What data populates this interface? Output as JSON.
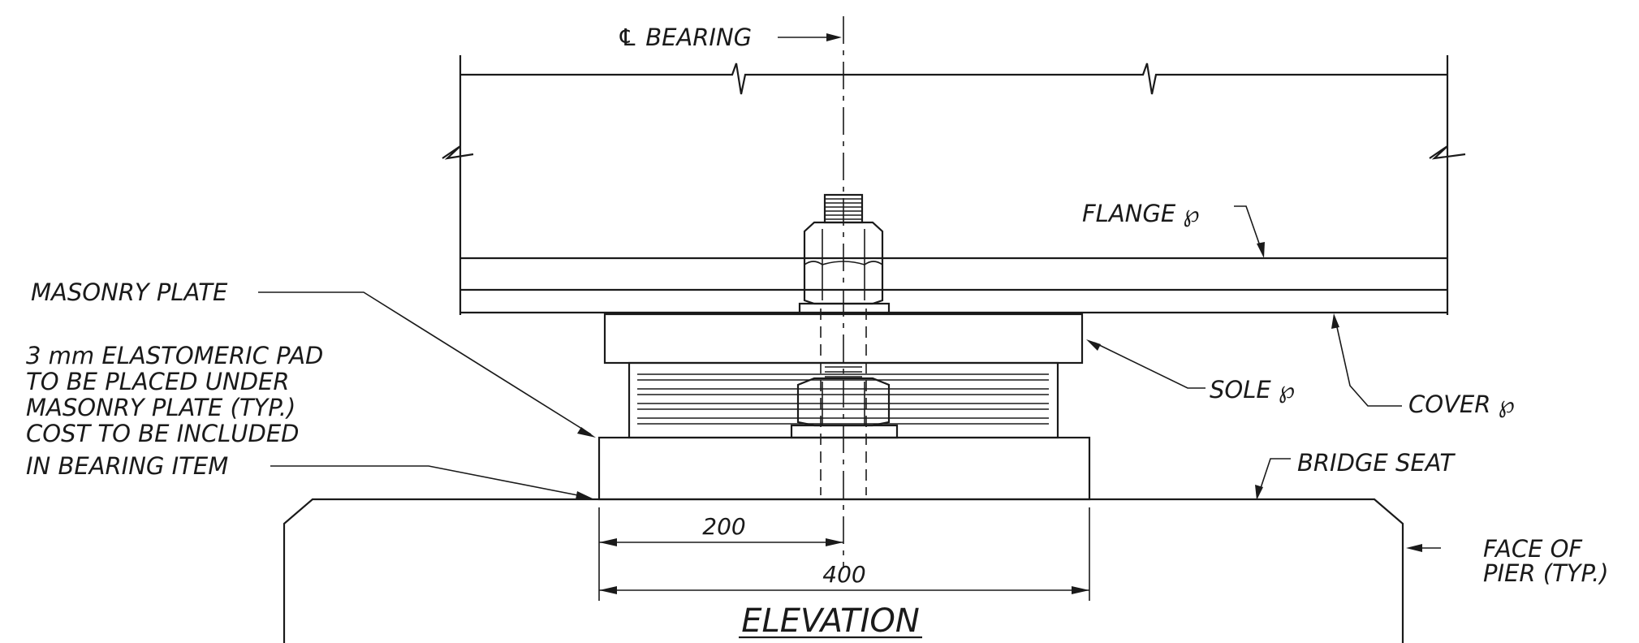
{
  "labels": {
    "cl_bearing": "℄ BEARING",
    "flange_pl": "FLANGE ℘",
    "masonry_plate": "MASONRY PLATE",
    "pad_note": [
      "3 mm ELASTOMERIC PAD",
      "TO BE PLACED UNDER",
      "MASONRY PLATE (TYP.)",
      "COST TO BE INCLUDED",
      "IN BEARING ITEM"
    ],
    "sole_pl": "SOLE ℘",
    "cover_pl": "COVER ℘",
    "bridge_seat": "BRIDGE SEAT",
    "face_of_pier": [
      "FACE OF",
      "PIER (TYP.)"
    ]
  },
  "dimensions": {
    "half_width": "200",
    "full_width": "400"
  },
  "title": "ELEVATION"
}
